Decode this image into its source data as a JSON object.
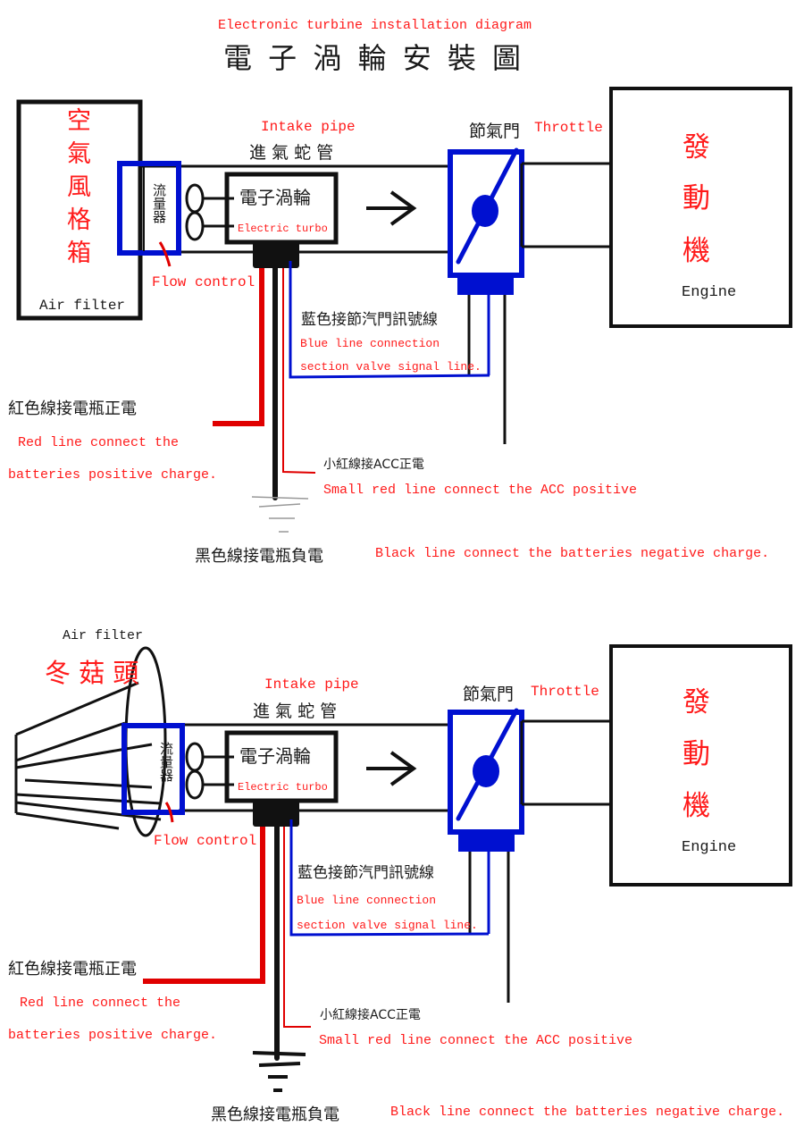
{
  "title": {
    "en": "Electronic turbine installation diagram",
    "zh": "電 子 渦 輪 安 裝 圖"
  },
  "colors": {
    "wire_red": "#e00000",
    "wire_blue": "#0000dd",
    "wire_black": "#111111",
    "label_red": "#ff1a1a",
    "throttle_blue": "#0010d0"
  },
  "diagrams": [
    {
      "variant": "box-air-filter",
      "air_filter": {
        "zh": "空氣風格箱",
        "en": "Air filter"
      },
      "flow_meter": {
        "zh": "流量器",
        "en": "Flow control"
      },
      "intake_pipe": {
        "en": "Intake pipe",
        "zh": "進 氣 蛇 管"
      },
      "turbo": {
        "zh": "電子渦輪",
        "en": "Electric turbo"
      },
      "flow_arrow": "→",
      "throttle": {
        "zh": "節氣門",
        "en": "Throttle"
      },
      "engine": {
        "zh": [
          "發",
          "動",
          "機"
        ],
        "en": "Engine"
      },
      "blue_wire": {
        "zh": "藍色接節汽門訊號線",
        "en_line1": "Blue line connection",
        "en_line2": "section valve signal line."
      },
      "red_wire": {
        "zh": "紅色線接電瓶正電",
        "en_line1": "Red line connect the",
        "en_line2": "batteries positive charge."
      },
      "small_red_wire": {
        "zh": "小紅線接ACC正電",
        "en": "Small red line connect the ACC positive"
      },
      "black_wire": {
        "zh": "黑色線接電瓶負電",
        "en": "Black line connect the batteries negative charge."
      }
    },
    {
      "variant": "mushroom-air-filter",
      "air_filter": {
        "zh": "冬 菇 頭",
        "en": "Air filter"
      },
      "flow_meter": {
        "zh": "流量器",
        "en": "Flow control"
      },
      "intake_pipe": {
        "en": "Intake pipe",
        "zh": "進 氣 蛇 管"
      },
      "turbo": {
        "zh": "電子渦輪",
        "en": "Electric turbo"
      },
      "flow_arrow": "→",
      "throttle": {
        "zh": "節氣門",
        "en": "Throttle"
      },
      "engine": {
        "zh": [
          "發",
          "動",
          "機"
        ],
        "en": "Engine"
      },
      "blue_wire": {
        "zh": "藍色接節汽門訊號線",
        "en_line1": "Blue line connection",
        "en_line2": "section valve signal line."
      },
      "red_wire": {
        "zh": "紅色線接電瓶正電",
        "en_line1": "Red line connect the",
        "en_line2": "batteries positive charge."
      },
      "small_red_wire": {
        "zh": "小紅線接ACC正電",
        "en": "Small red line connect the ACC positive"
      },
      "black_wire": {
        "zh": "黑色線接電瓶負電",
        "en": "Black line connect the batteries negative charge."
      }
    }
  ]
}
